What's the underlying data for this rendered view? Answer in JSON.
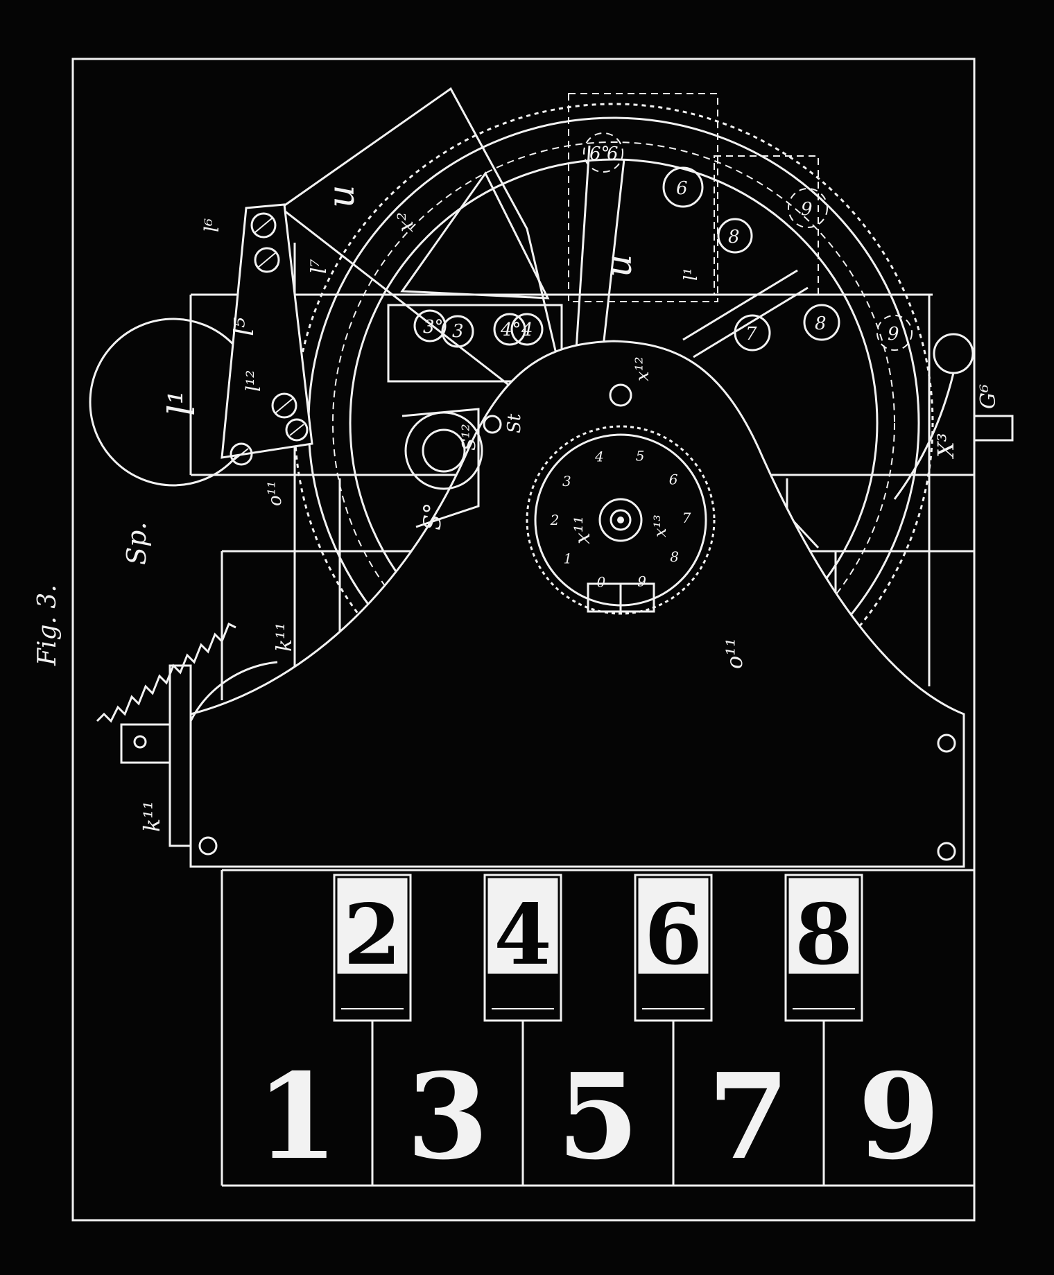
{
  "figure": {
    "title": "Fig. 3."
  },
  "labels": {
    "l1": "l¹",
    "l1b": "l¹",
    "l5": "l⁵",
    "l6": "l⁶",
    "l7": "l⁷",
    "l12": "l¹²",
    "u_left": "u",
    "u_right": "u",
    "x2": "x²",
    "x3": "X³",
    "x11": "x¹¹",
    "x12": "x¹²",
    "x13": "x¹³",
    "s0": "S°",
    "s12": "S¹²",
    "st": "St",
    "sp": "Sp.",
    "o11": "o¹¹",
    "o11b": "o¹¹",
    "k11_top": "k¹¹",
    "k11_bottom": "k¹¹",
    "g6": "G⁶"
  },
  "wheel_marks": {
    "inner_left": [
      "3°",
      "3",
      "4°",
      "4"
    ],
    "inner_top": [
      "6°",
      "6",
      "6",
      "9"
    ],
    "inner_right": [
      "7",
      "8",
      "8",
      "9"
    ]
  },
  "dial": {
    "digits": [
      "0",
      "1",
      "2",
      "3",
      "4",
      "5",
      "6",
      "7",
      "8",
      "9"
    ]
  },
  "keys": {
    "upper": [
      "2",
      "4",
      "6",
      "8"
    ],
    "lower": [
      "1",
      "3",
      "5",
      "7",
      "9"
    ]
  }
}
